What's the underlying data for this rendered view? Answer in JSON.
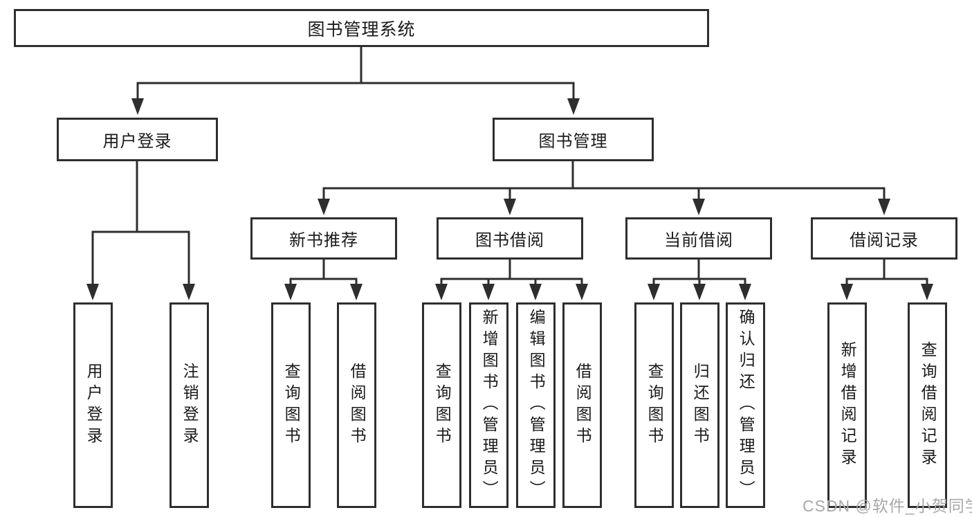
{
  "diagram": {
    "root": {
      "label": "图书管理系统"
    },
    "level2": [
      {
        "label": "用户登录"
      },
      {
        "label": "图书管理"
      }
    ],
    "level3": [
      {
        "label": "新书推荐"
      },
      {
        "label": "图书借阅"
      },
      {
        "label": "当前借阅"
      },
      {
        "label": "借阅记录"
      }
    ],
    "leaves": [
      {
        "label": "用户登录"
      },
      {
        "label": "注销登录"
      },
      {
        "label": "查询图书"
      },
      {
        "label": "借阅图书"
      },
      {
        "label": "查询图书"
      },
      {
        "label": "新增图书（管理员）"
      },
      {
        "label": "编辑图书（管理员）"
      },
      {
        "label": "借阅图书"
      },
      {
        "label": "查询图书"
      },
      {
        "label": "归还图书"
      },
      {
        "label": "确认归还（管理员）"
      },
      {
        "label": "新增借阅记录"
      },
      {
        "label": "查询借阅记录"
      }
    ],
    "colors": {
      "line": "#2e2e2e",
      "text": "#1a1a1a",
      "box_background": "#ffffff",
      "watermark": "#a8a8a8",
      "page_background": "#ffffff"
    }
  },
  "watermark": {
    "text": "CSDN @软件_小贺同学"
  }
}
